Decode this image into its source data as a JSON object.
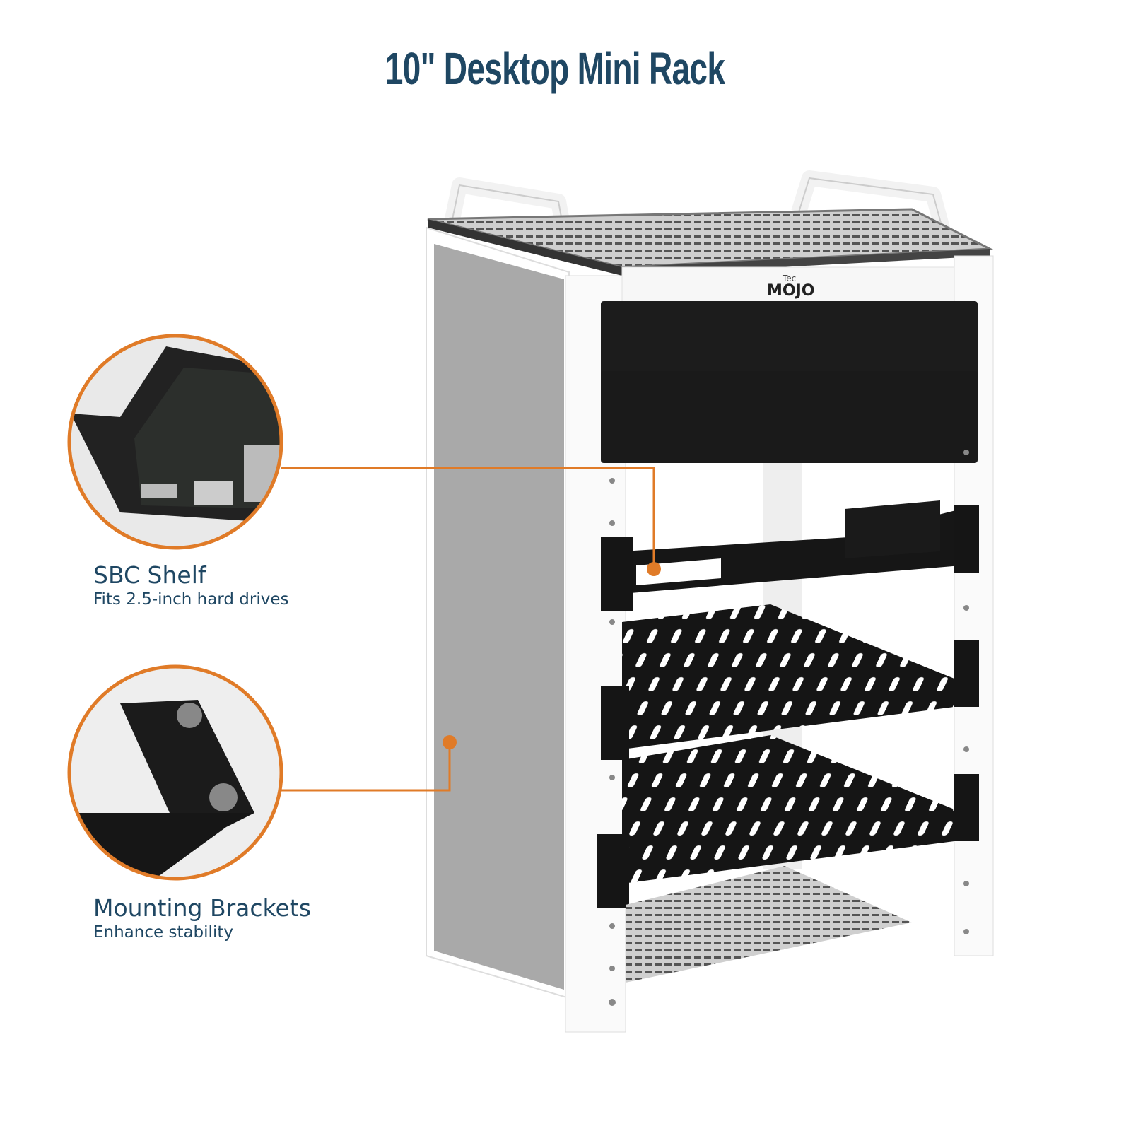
{
  "title": "10\" Desktop Mini Rack",
  "brand": "Tec MOJO",
  "accent_color": "#e07b28",
  "title_color": "#1f4763",
  "features": [
    {
      "heading": "SBC Shelf",
      "subtitle": "Fits 2.5-inch hard drives",
      "icon": "sbc-shelf-closeup"
    },
    {
      "heading": "Mounting Brackets",
      "subtitle": "Enhance stability",
      "icon": "mounting-bracket-closeup"
    }
  ]
}
